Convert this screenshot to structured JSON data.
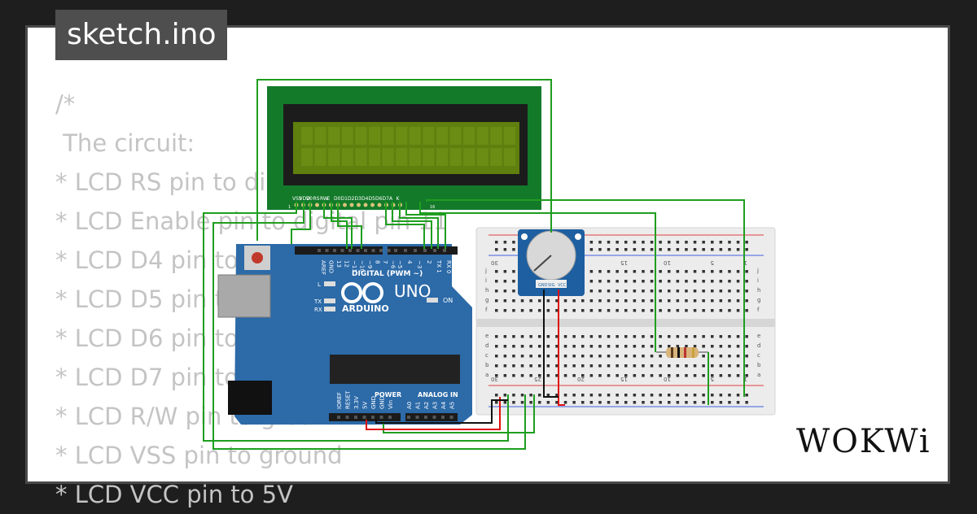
{
  "tab_label": "sketch.ino",
  "code_lines": [
    "/*",
    " The circuit:",
    "* LCD RS pin to digital pin 12",
    "* LCD Enable pin to digital pin 11",
    "* LCD D4 pin to digital pin 5",
    "* LCD D5 pin to digital pin 4",
    "* LCD D6 pin to digital pin 3",
    "* LCD D7 pin to digital pin 2",
    "* LCD R/W pin to ground",
    "* LCD VSS pin to ground",
    "* LCD VCC pin to 5V"
  ],
  "lcd": {
    "pin_labels": [
      "VSS",
      "VDD",
      "V0",
      "RS",
      "RW",
      "E",
      "D0",
      "D1",
      "D2",
      "D3",
      "D4",
      "D5",
      "D6",
      "D7",
      "A",
      "K"
    ],
    "pin_first": "1",
    "pin_last": "16"
  },
  "arduino": {
    "model": "UNO",
    "brand": "ARDUINO",
    "digital_label": "DIGITAL (PWM ~)",
    "power_label": "POWER",
    "analog_label": "ANALOG IN",
    "on_label": "ON",
    "led_l": "L",
    "led_tx": "TX",
    "led_rx": "RX",
    "top_pins": [
      "AREF",
      "GND",
      "13",
      "12",
      "~11",
      "~10",
      "~9",
      "8",
      "7",
      "~6",
      "~5",
      "4",
      "~3",
      "2",
      "TX 1",
      "RX 0"
    ],
    "bottom_pins": [
      "IOREF",
      "RESET",
      "3.3V",
      "5V",
      "GND",
      "GND",
      "Vin",
      "A0",
      "A1",
      "A2",
      "A3",
      "A4",
      "A5"
    ]
  },
  "breadboard": {
    "col_numbers": [
      "30",
      "25",
      "20",
      "15",
      "10",
      "5",
      "1"
    ],
    "row_letters_top": [
      "j",
      "i",
      "h",
      "g",
      "f"
    ],
    "row_letters_bottom": [
      "e",
      "d",
      "c",
      "b",
      "a"
    ]
  },
  "pot_pins": [
    "GND",
    "SIG",
    "VCC"
  ],
  "brand_logo": "WOKWi",
  "colors": {
    "wire": "#1f9e1f",
    "lcd_pcb": "#137a2a",
    "lcd_screen": "#5f7f0e",
    "arduino_board": "#2c6aa8",
    "breadboard": "#e9e9e9",
    "pot_body": "#1d5fa0",
    "wire_red": "#e01010",
    "wire_black": "#111111"
  }
}
